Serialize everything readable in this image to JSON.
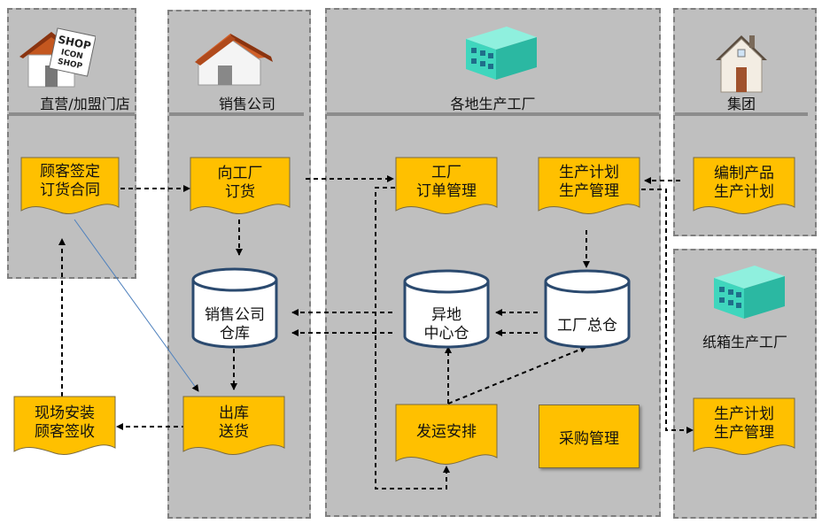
{
  "colors": {
    "lane_bg": "#bfbfbf",
    "node_fill": "#ffc000",
    "cylinder_fill": "#ffffff",
    "arrow": "#000000",
    "link": "#4f81bd"
  },
  "lanes": {
    "store": {
      "title": "直营/加盟门店",
      "icon": "shop-house-icon"
    },
    "sales": {
      "title": "销售公司",
      "icon": "house-icon"
    },
    "factory": {
      "title": "各地生产工厂",
      "icon": "factory-building-icon"
    },
    "group": {
      "title": "集团",
      "icon": "cottage-icon"
    },
    "carton": {
      "title": "纸箱生产工厂",
      "icon": "factory-building-icon"
    }
  },
  "shop_sign": {
    "line1": "SHOP",
    "line2": "ICON",
    "line3": "SHOP"
  },
  "nodes": {
    "contract": {
      "line1": "顾客签定",
      "line2": "订货合同"
    },
    "install": {
      "line1": "现场安装",
      "line2": "顾客签收"
    },
    "order": {
      "line1": "向工厂",
      "line2": "订货"
    },
    "sales_wh": {
      "line1": "销售公司",
      "line2": "仓库"
    },
    "outbound": {
      "line1": "出库",
      "line2": "送货"
    },
    "factory_order": {
      "line1": "工厂",
      "line2": "订单管理"
    },
    "prod_plan": {
      "line1": "生产计划",
      "line2": "生产管理"
    },
    "remote_wh": {
      "line1": "异地",
      "line2": "中心仓"
    },
    "main_wh": {
      "line1": "工厂总仓"
    },
    "shipping": {
      "line1": "发运安排"
    },
    "purchasing": {
      "line1": "采购管理"
    },
    "group_plan": {
      "line1": "编制产品",
      "line2": "生产计划"
    },
    "carton_plan": {
      "line1": "生产计划",
      "line2": "生产管理"
    }
  }
}
